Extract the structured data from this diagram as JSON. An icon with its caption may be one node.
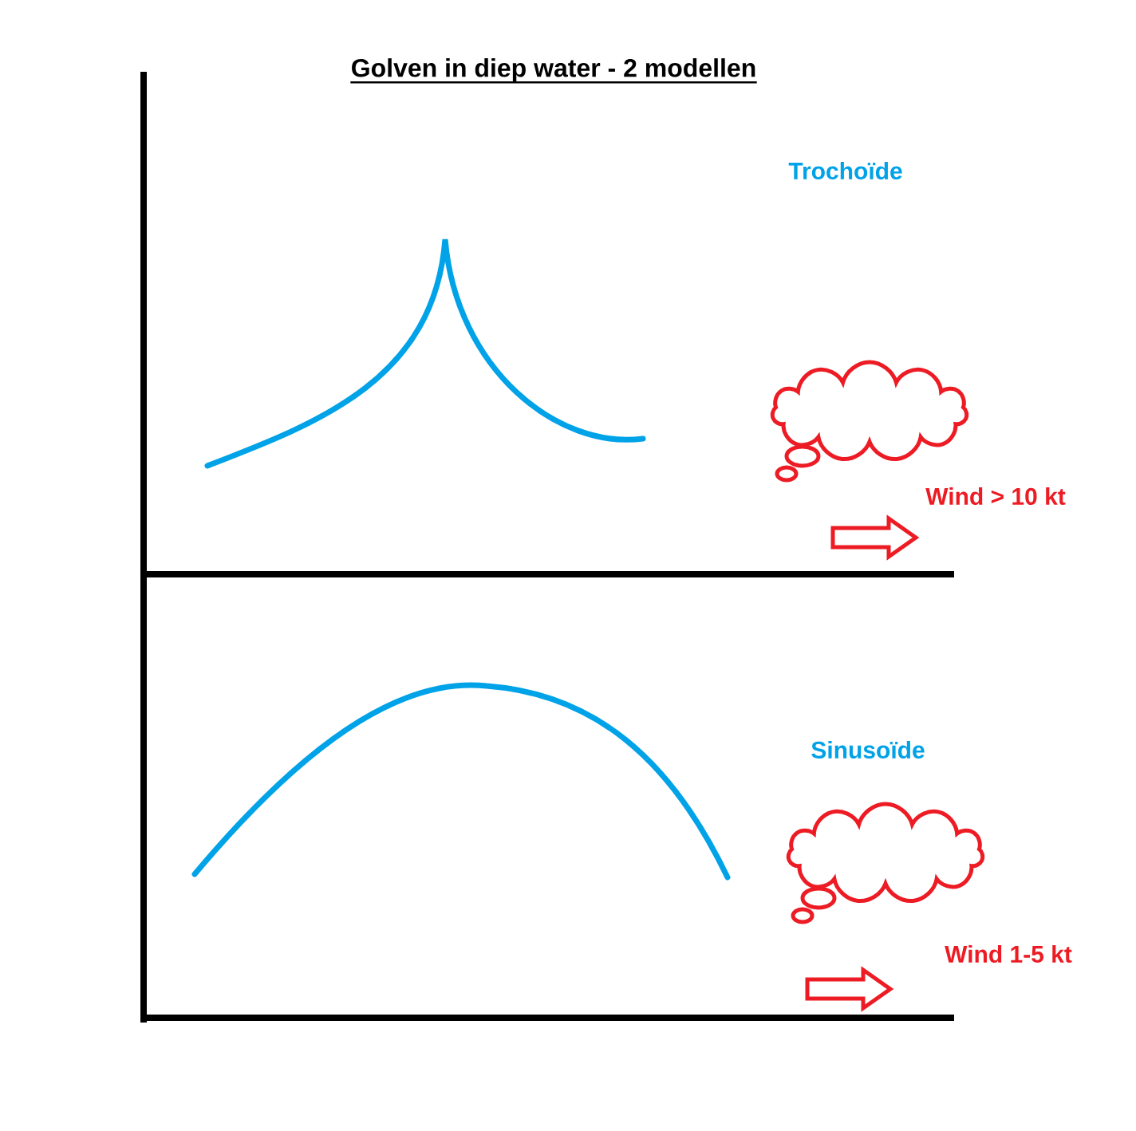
{
  "diagram": {
    "title": "Golven in diep water - 2 modellen",
    "labels": [
      "Trochoïde",
      "Wind > 10 kt",
      "Sinusoïde",
      "Wind 1-5 kt"
    ]
  }
}
